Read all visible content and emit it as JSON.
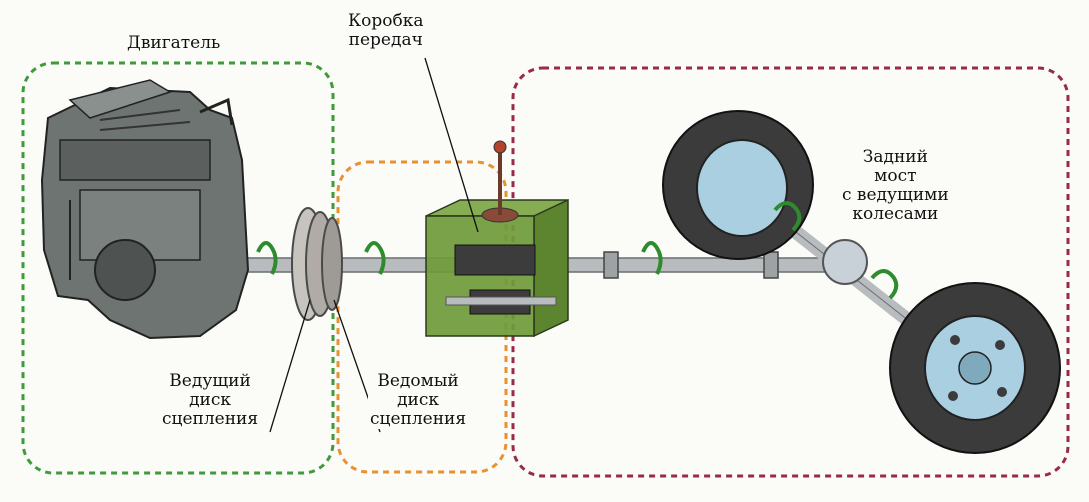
{
  "colors": {
    "engine_box": "#3f9a3a",
    "clutch_box": "#e8912e",
    "axle_box": "#9a2a4a",
    "gearbox_fill": "#6f9a3a",
    "shaft": "#b9bcbf",
    "tire": "#3b3b3b",
    "rim": "#a9cfe0",
    "arrow": "#2e8b2e"
  },
  "labels": {
    "engine": "Двигатель",
    "gearbox": [
      "Коробка",
      "передач"
    ],
    "rear_axle": [
      "Задний",
      "мост",
      "с  ведущими",
      "колесами"
    ],
    "drive_disc": [
      "Ведущий",
      "диск",
      "сцепления"
    ],
    "driven_disc": [
      "Ведомый",
      "диск",
      "сцепления"
    ]
  },
  "icons": {
    "engine": "engine-icon",
    "clutch": "clutch-disc-icon",
    "gearbox": "gearbox-icon",
    "wheel": "wheel-icon",
    "rotation": "rotation-arrow-icon"
  }
}
